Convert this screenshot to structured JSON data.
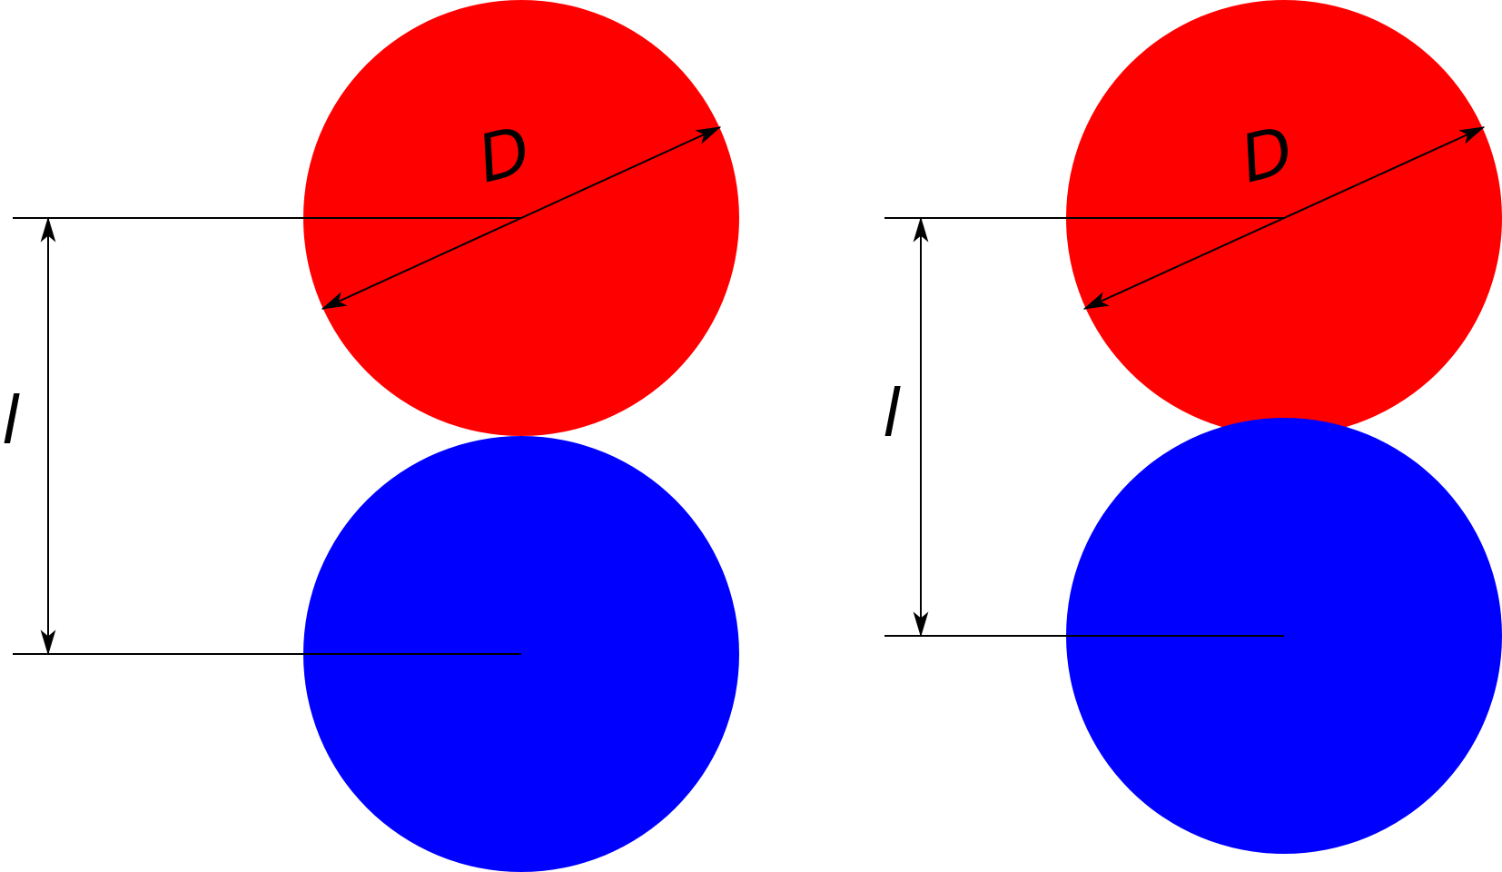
{
  "colors": {
    "upper_sphere": "#ff0000",
    "lower_sphere": "#0000ff",
    "lines": "#000000",
    "background": "#ffffff"
  },
  "panels": [
    {
      "id": "left",
      "diameter_label": "D",
      "distance_label": "l",
      "configuration": "touching"
    },
    {
      "id": "right",
      "diameter_label": "D",
      "distance_label": "l",
      "configuration": "overlapping"
    }
  ]
}
